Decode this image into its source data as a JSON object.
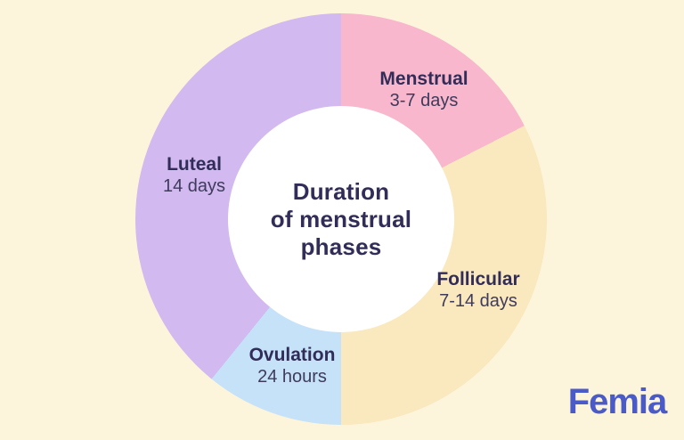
{
  "page": {
    "background_color": "#FDF5DB",
    "title_color": "#312D58"
  },
  "chart_data": {
    "type": "pie",
    "subtype": "donut",
    "title": "Duration of menstrual phases",
    "title_lines": [
      "Duration",
      "of menstrual",
      "phases"
    ],
    "legend_position": "labels-on-slices",
    "start_angle_deg": 0,
    "segments": [
      {
        "label": "Menstrual",
        "duration": "3-7 days",
        "angle_deg": 63,
        "percent": 17.5,
        "color": "#F8B7CC"
      },
      {
        "label": "Follicular",
        "duration": "7-14 days",
        "angle_deg": 117,
        "percent": 32.5,
        "color": "#FAE8BE"
      },
      {
        "label": "Ovulation",
        "duration": "24 hours",
        "angle_deg": 39,
        "percent": 10.8,
        "color": "#C5E2F8"
      },
      {
        "label": "Luteal",
        "duration": "14 days",
        "angle_deg": 141,
        "percent": 39.2,
        "color": "#D2B9F0"
      }
    ]
  },
  "branding": {
    "logo_text": "Femia",
    "logo_color": "#4A5AC8"
  }
}
